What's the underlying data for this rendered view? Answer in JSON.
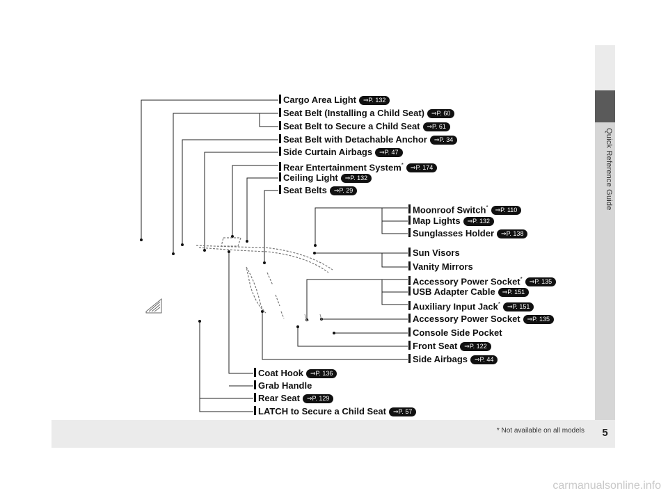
{
  "side_label": "Quick Reference Guide",
  "page_number": "5",
  "footnote": "* Not available on all models",
  "watermark": "carmanualsonline.info",
  "page_ref_prefix": "P.",
  "callouts": [
    {
      "label": "Cargo Area Light",
      "asterisk": "",
      "page": "132"
    },
    {
      "label": "Seat Belt (Installing a Child Seat)",
      "asterisk": "",
      "page": "60"
    },
    {
      "label": "Seat Belt to Secure a Child Seat",
      "asterisk": "",
      "page": "61"
    },
    {
      "label": "Seat Belt with Detachable Anchor",
      "asterisk": "",
      "page": "34"
    },
    {
      "label": "Side Curtain Airbags",
      "asterisk": "",
      "page": "47"
    },
    {
      "label": "Rear Entertainment System",
      "asterisk": "*",
      "page": "174"
    },
    {
      "label": "Ceiling Light",
      "asterisk": "",
      "page": "132"
    },
    {
      "label": "Seat Belts",
      "asterisk": "",
      "page": "29"
    },
    {
      "label": "Moonroof Switch",
      "asterisk": "*",
      "page": "110"
    },
    {
      "label": "Map Lights",
      "asterisk": "",
      "page": "132"
    },
    {
      "label": "Sunglasses Holder",
      "asterisk": "",
      "page": "138"
    },
    {
      "label": "Sun Visors",
      "asterisk": "",
      "page": ""
    },
    {
      "label": "Vanity Mirrors",
      "asterisk": "",
      "page": ""
    },
    {
      "label": "Accessory Power Socket",
      "asterisk": "*",
      "page": "135"
    },
    {
      "label": "USB Adapter Cable",
      "asterisk": "",
      "page": "151"
    },
    {
      "label": "Auxiliary Input Jack",
      "asterisk": "*",
      "page": "151"
    },
    {
      "label": "Accessory Power Socket",
      "asterisk": "",
      "page": "135"
    },
    {
      "label": "Console Side Pocket",
      "asterisk": "",
      "page": ""
    },
    {
      "label": "Front Seat",
      "asterisk": "",
      "page": "122"
    },
    {
      "label": "Side Airbags",
      "asterisk": "",
      "page": "44"
    },
    {
      "label": "Coat Hook",
      "asterisk": "",
      "page": "136"
    },
    {
      "label": "Grab Handle",
      "asterisk": "",
      "page": ""
    },
    {
      "label": "Rear Seat",
      "asterisk": "",
      "page": "129"
    },
    {
      "label": "LATCH to Secure a Child Seat",
      "asterisk": "",
      "page": "57"
    }
  ]
}
